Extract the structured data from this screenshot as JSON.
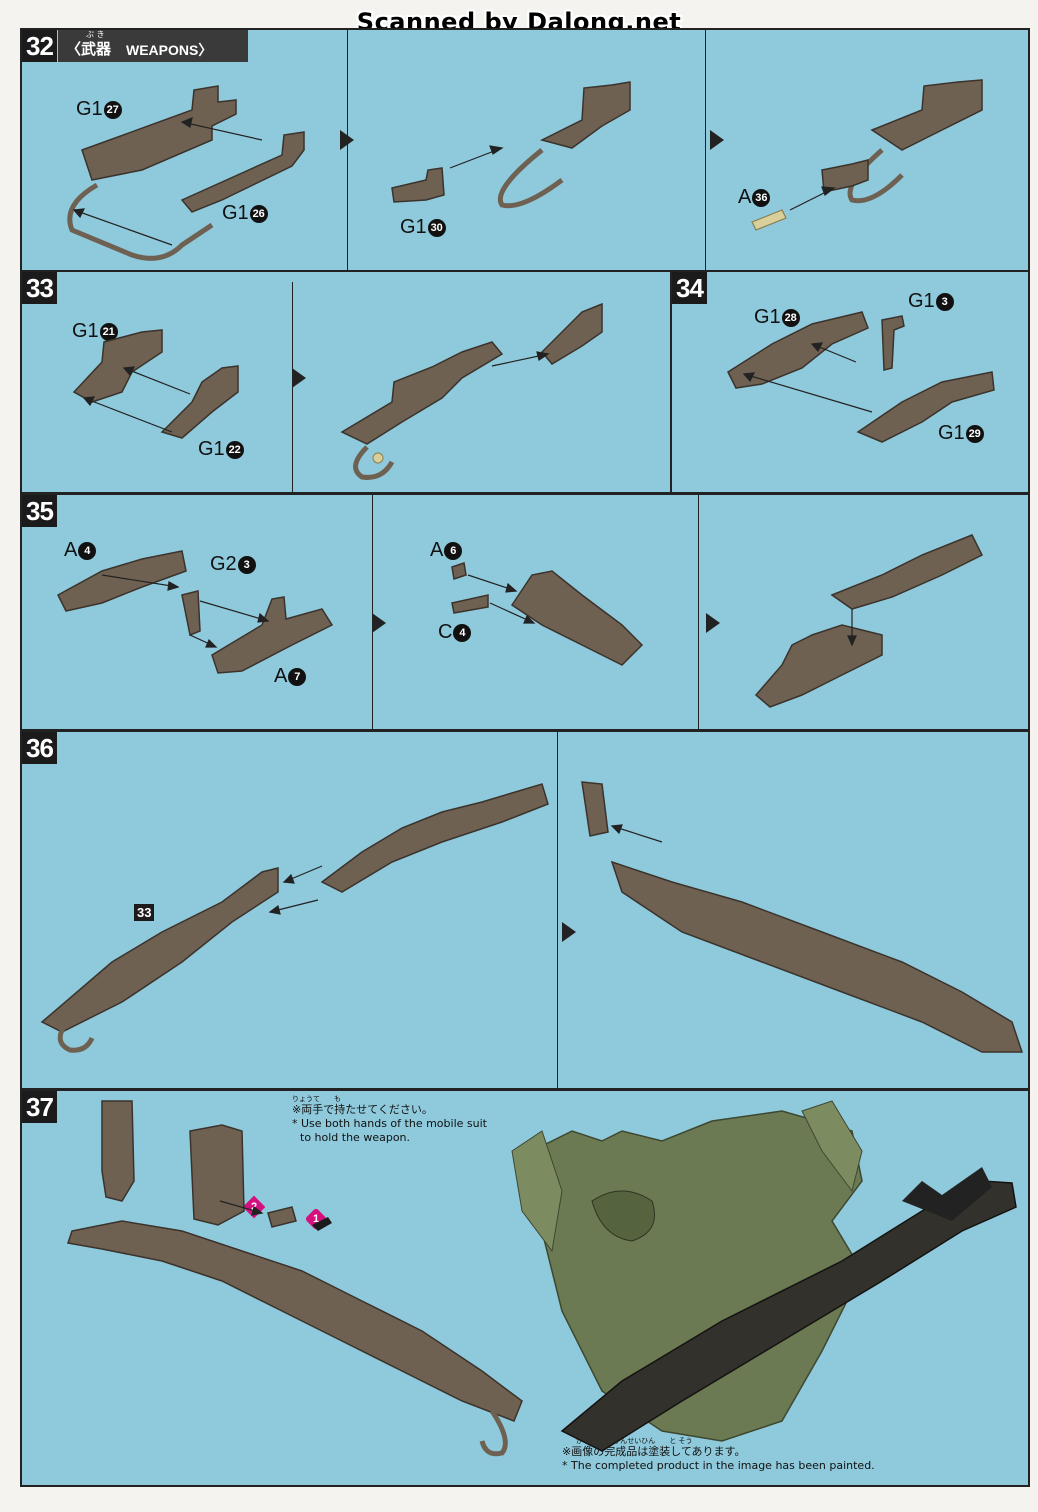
{
  "watermark": "Scanned by Dalong.net",
  "section": {
    "ruby": "ぶ き",
    "jp": "武器",
    "en": "WEAPONS"
  },
  "steps": {
    "s32": {
      "no": "32"
    },
    "s33": {
      "no": "33"
    },
    "s34": {
      "no": "34"
    },
    "s35": {
      "no": "35"
    },
    "s36": {
      "no": "36"
    },
    "s37": {
      "no": "37"
    }
  },
  "labels": {
    "g1_27": "G1",
    "n27": "27",
    "g1_26": "G1",
    "n26": "26",
    "g1_30": "G1",
    "n30": "30",
    "a_36": "A",
    "n36": "36",
    "g1_21": "G1",
    "n21": "21",
    "g1_22": "G1",
    "n22": "22",
    "g1_28": "G1",
    "n28": "28",
    "g1_3": "G1",
    "n3": "3",
    "g1_29": "G1",
    "n29": "29",
    "a_4": "A",
    "n4": "4",
    "g2_3": "G2",
    "n3b": "3",
    "a_7": "A",
    "n7": "7",
    "a_6": "A",
    "n6": "6",
    "c_4": "C",
    "n4b": "4",
    "ref33": "33",
    "p1": "1",
    "p2": "2"
  },
  "notes": {
    "hands_ruby": "りょうて　　も",
    "hands_jp": "※両手で持たせてください。",
    "hands_en1": "* Use both hands of the mobile suit",
    "hands_en2": "to hold the weapon.",
    "paint_ruby": "が ぞう　　かんせいひん　　と そう",
    "paint_jp": "※画像の完成品は塗装してあります。",
    "paint_en": "* The completed product in the image has been painted."
  },
  "colors": {
    "panel": "#8fc9dc",
    "part": "#6e6152",
    "partDark": "#4a4036",
    "pink": "#d4107e"
  }
}
